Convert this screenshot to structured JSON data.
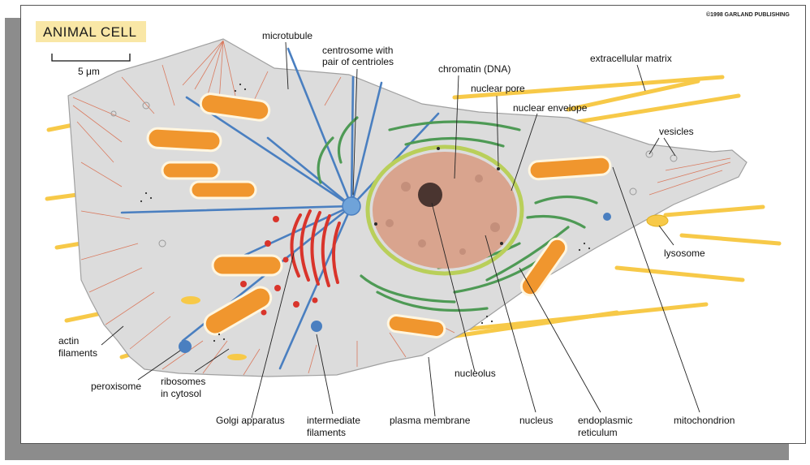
{
  "title": "ANIMAL CELL",
  "copyright": "©1998 GARLAND PUBLISHING",
  "scale_bar": "5 μm",
  "labels": {
    "microtubule": "microtubule",
    "centrosome_1": "centrosome with",
    "centrosome_2": "pair of centrioles",
    "chromatin": "chromatin (DNA)",
    "nuclear_pore": "nuclear pore",
    "nuclear_envelope": "nuclear envelope",
    "extracellular_matrix": "extracellular matrix",
    "vesicles": "vesicles",
    "lysosome": "lysosome",
    "actin_1": "actin",
    "actin_2": "filaments",
    "peroxisome": "peroxisome",
    "ribosomes_1": "ribosomes",
    "ribosomes_2": "in cytosol",
    "golgi": "Golgi apparatus",
    "intermediate_1": "intermediate",
    "intermediate_2": "filaments",
    "plasma_membrane": "plasma membrane",
    "nucleolus": "nucleolus",
    "nucleus": "nucleus",
    "er_1": "endoplasmic",
    "er_2": "reticulum",
    "mitochondrion": "mitochondrion"
  },
  "colors": {
    "cytoplasm": "#dcdcdc",
    "matrix_fiber": "#f7c948",
    "mitochondrion": "#f0962e",
    "nucleus": "#d9a48e",
    "nuclear_envelope": "#b9cf5a",
    "er": "#4e9a55",
    "golgi": "#d9342b",
    "microtubule": "#4a7fc0",
    "actin": "#d96a4a",
    "title_box": "#f9e7a6"
  }
}
